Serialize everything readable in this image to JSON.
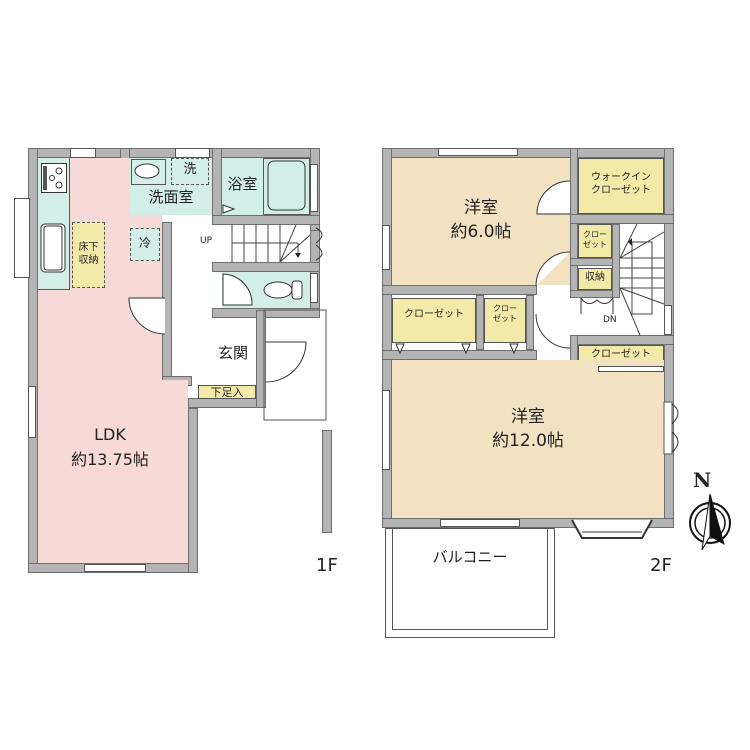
{
  "floors": [
    {
      "id": "1F",
      "label": "1F",
      "rooms": [
        {
          "name": "LDK",
          "label": "LDK",
          "area": "約13.75帖",
          "color": "#f7d9d8"
        },
        {
          "name": "washroom",
          "label": "洗面室",
          "color": "#d3ede7"
        },
        {
          "name": "washing-machine",
          "label": "洗"
        },
        {
          "name": "bathroom",
          "label": "浴室",
          "color": "#d3ede7"
        },
        {
          "name": "refrigerator",
          "label": "冷"
        },
        {
          "name": "underfloor-storage",
          "label": "床下\n収納",
          "line1": "床下",
          "line2": "収納",
          "color": "#f3eaa9"
        },
        {
          "name": "entrance",
          "label": "玄関"
        },
        {
          "name": "shoe-storage",
          "label": "下足入",
          "color": "#f3eaa9"
        },
        {
          "name": "toilet",
          "color": "#d3ede7"
        }
      ],
      "stairs_label": "UP"
    },
    {
      "id": "2F",
      "label": "2F",
      "rooms": [
        {
          "name": "western-room-1",
          "label": "洋室",
          "area": "約6.0帖",
          "color": "#f2e2c2"
        },
        {
          "name": "walk-in-closet",
          "line1": "ウォークイン",
          "line2": "クローゼット",
          "color": "#f3eaa9"
        },
        {
          "name": "closet-small-1",
          "line1": "クロー",
          "line2": "ゼット",
          "color": "#f3eaa9"
        },
        {
          "name": "storage",
          "label": "収納",
          "color": "#f3eaa9"
        },
        {
          "name": "closet-left",
          "label": "クローゼット",
          "color": "#f3eaa9"
        },
        {
          "name": "closet-small-2",
          "line1": "クロー",
          "line2": "ゼット",
          "color": "#f3eaa9"
        },
        {
          "name": "closet-right",
          "label": "クローゼット",
          "color": "#f3eaa9"
        },
        {
          "name": "western-room-2",
          "label": "洋室",
          "area": "約12.0帖",
          "color": "#f2e2c2"
        },
        {
          "name": "balcony",
          "label": "バルコニー"
        }
      ],
      "stairs_label": "DN"
    }
  ],
  "compass": {
    "label": "N"
  },
  "colors": {
    "wall": "#b4b4b4",
    "wall_edge": "#6e6e6e",
    "ldk": "#f7d9d8",
    "wet": "#d3ede7",
    "storage": "#f3eaa9",
    "western": "#f2e2c2"
  }
}
